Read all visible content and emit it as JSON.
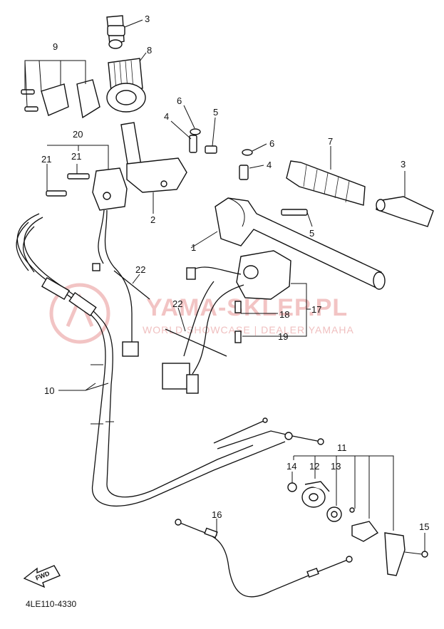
{
  "callouts": {
    "c1": "1",
    "c2": "2",
    "c3a": "3",
    "c3b": "3",
    "c4a": "4",
    "c4b": "4",
    "c5a": "5",
    "c5b": "5",
    "c6a": "6",
    "c6b": "6",
    "c7": "7",
    "c8": "8",
    "c9": "9",
    "c10": "10",
    "c11": "11",
    "c12": "12",
    "c13": "13",
    "c14": "14",
    "c15": "15",
    "c16": "16",
    "c17": "17",
    "c18": "18",
    "c19": "19",
    "c20": "20",
    "c21a": "21",
    "c21b": "21",
    "c22a": "22",
    "c22b": "22"
  },
  "diagram_code": "4LE110-4330",
  "watermark": {
    "main": "YAMA-SKLEP.PL",
    "sub": "WORLD SHOWCASE | DEALER YAMAHA"
  },
  "fwd_mark": "FWD",
  "colors": {
    "line": "#111111",
    "watermark": "#f2c4c4"
  }
}
